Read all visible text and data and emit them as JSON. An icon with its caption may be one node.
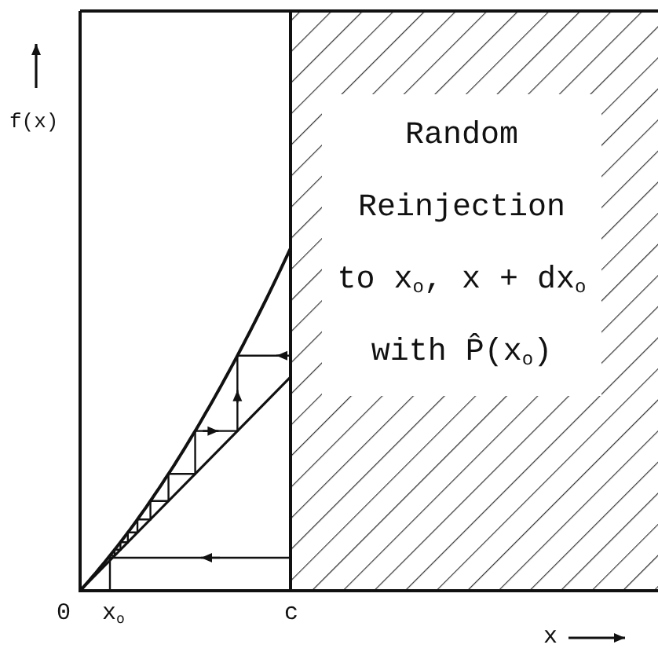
{
  "diagram": {
    "labels": [
      "f(x)",
      "Random Reinjection to x$_{o}$, x + dx$_{o}$ with P̂(x$_{o}$)",
      "0",
      "x$_{o}$",
      "c",
      "x"
    ]
  }
}
